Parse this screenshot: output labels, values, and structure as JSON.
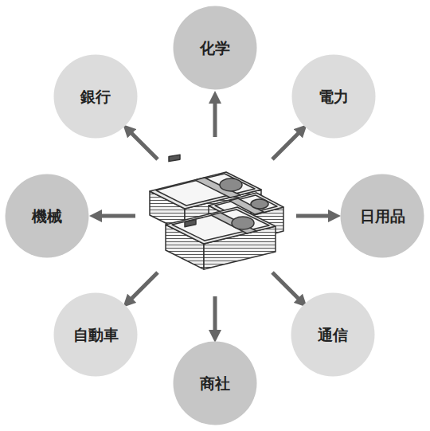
{
  "diagram": {
    "nodes": [
      {
        "text": [
          "化学"
        ]
      },
      {
        "text": [
          "銀行"
        ]
      },
      {
        "text": [
          "電力"
        ]
      },
      {
        "text": [
          "機械"
        ]
      },
      {
        "text": [
          "日用品"
        ]
      },
      {
        "text": [
          "自動車"
        ]
      },
      {
        "text": [
          "通信"
        ]
      },
      {
        "text": [
          "商社"
        ]
      }
    ]
  }
}
